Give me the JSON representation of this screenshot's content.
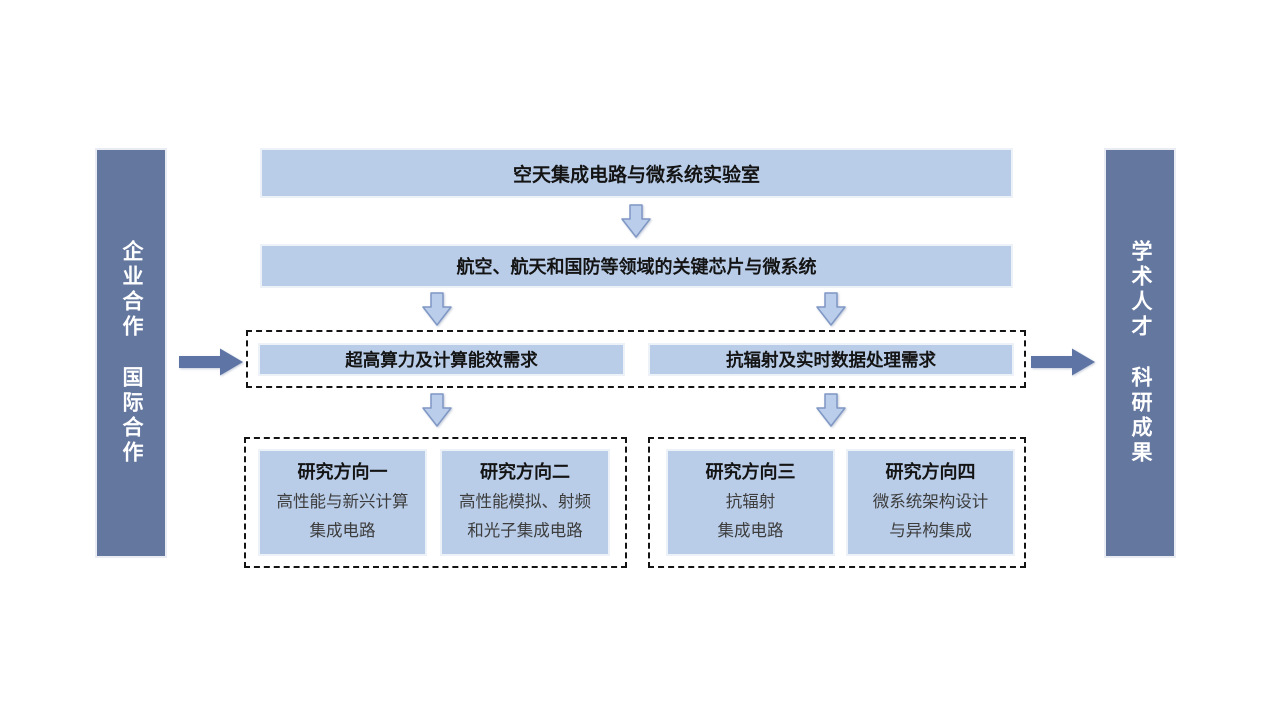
{
  "colors": {
    "bar_fill": "#64779f",
    "bar_text": "#ffffff",
    "box_fill": "#b9cde9",
    "box_border": "#edf2f9",
    "dark_arrow_fill": "#5e74a4",
    "light_arrow_fill": "#bacdea",
    "light_arrow_border": "#7f97c4",
    "dashed_border": "#141414",
    "heading_text": "#141414",
    "body_text": "#3d3d3d",
    "background": "#ffffff"
  },
  "icons": {
    "down_arrow": "down-arrow-icon (light blue block arrow, svg shape)",
    "right_arrow": "right-arrow-icon (dark blue block arrow, svg shape)"
  },
  "left_bar": {
    "words": [
      "企业合作",
      "国际合作"
    ]
  },
  "right_bar": {
    "words": [
      "学术人才",
      "科研成果"
    ]
  },
  "top_box": {
    "label": "空天集成电路与微系统实验室"
  },
  "domain_box": {
    "label": "航空、航天和国防等领域的关键芯片与微系统"
  },
  "needs": [
    {
      "label": "超高算力及计算能效需求"
    },
    {
      "label": "抗辐射及实时数据处理需求"
    }
  ],
  "directions": [
    {
      "title": "研究方向一",
      "line1": "高性能与新兴计算",
      "line2": "集成电路"
    },
    {
      "title": "研究方向二",
      "line1": "高性能模拟、射频",
      "line2": "和光子集成电路"
    },
    {
      "title": "研究方向三",
      "line1": "抗辐射",
      "line2": "集成电路"
    },
    {
      "title": "研究方向四",
      "line1": "微系统架构设计",
      "line2": "与异构集成"
    }
  ]
}
